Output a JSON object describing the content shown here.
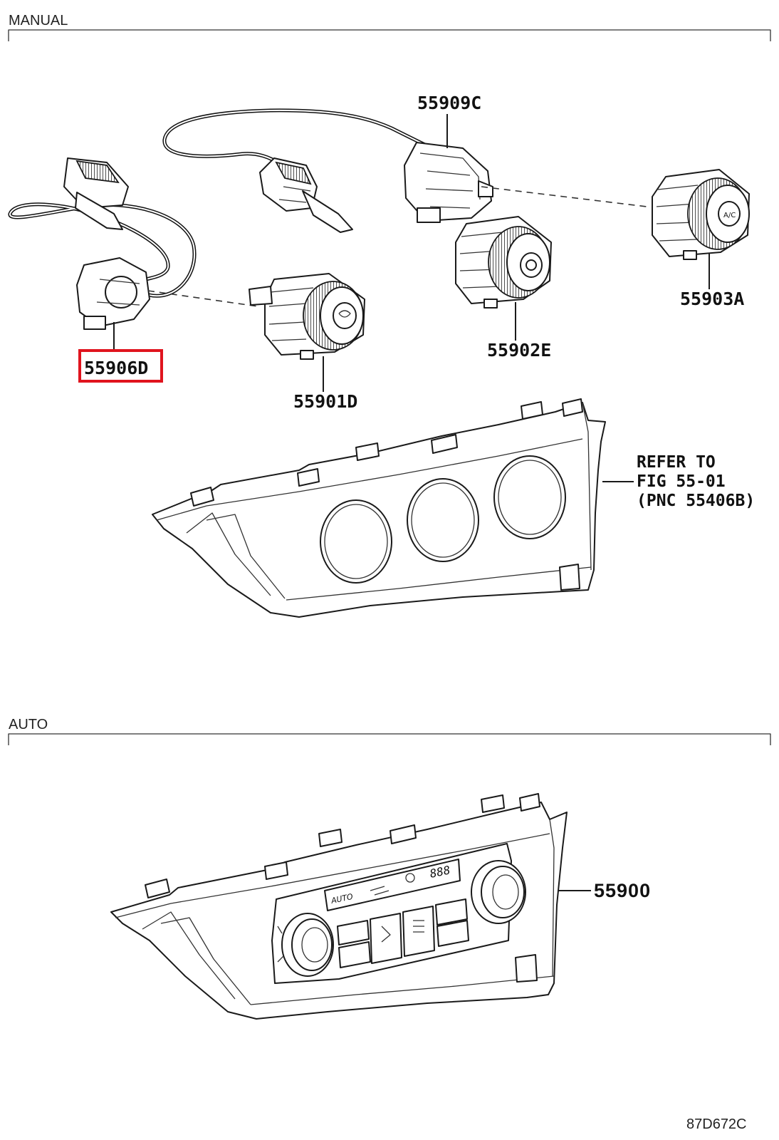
{
  "sections": {
    "manual": "MANUAL",
    "auto": "AUTO"
  },
  "parts": {
    "p55909c": "55909C",
    "p55903a": "55903A",
    "p55902e": "55902E",
    "p55901d": "55901D",
    "p55906d": "55906D",
    "p55900": "55900"
  },
  "reference_note": {
    "line1": "REFER TO",
    "line2": "FIG 55-01",
    "line3": "(PNC 55406B)"
  },
  "display_text": "888",
  "drawing_code": "87D672C",
  "colors": {
    "highlight": "#e0141e",
    "line": "#1a1a1a"
  }
}
